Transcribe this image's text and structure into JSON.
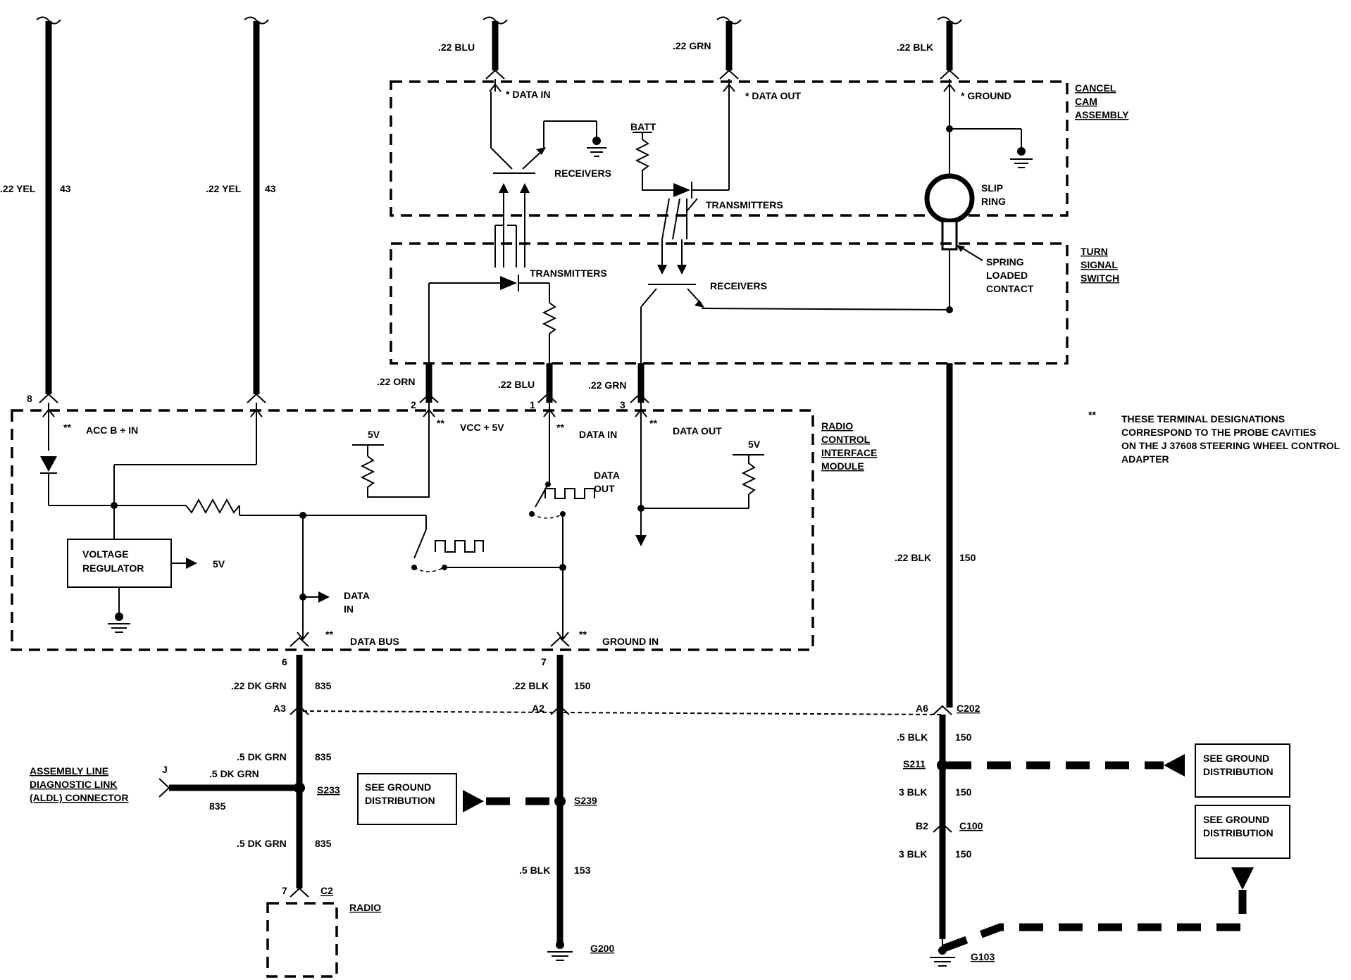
{
  "wires_top": {
    "yel1_gauge": ".22 YEL",
    "yel1_circuit": "43",
    "yel2_gauge": ".22 YEL",
    "yel2_circuit": "43",
    "blu_gauge": ".22 BLU",
    "grn_gauge": ".22 GRN",
    "blk_gauge": ".22 BLK"
  },
  "cancel_cam": {
    "title_line1": "CANCEL",
    "title_line2": "CAM",
    "title_line3": "ASSEMBLY",
    "data_in": "* DATA IN",
    "data_out": "* DATA OUT",
    "ground": "* GROUND",
    "batt": "BATT",
    "receivers": "RECEIVERS",
    "transmitters": "TRANSMITTERS",
    "slip_ring_line1": "SLIP",
    "slip_ring_line2": "RING"
  },
  "turn_signal": {
    "title_line1": "TURN",
    "title_line2": "SIGNAL",
    "title_line3": "SWITCH",
    "transmitters": "TRANSMITTERS",
    "receivers": "RECEIVERS",
    "contact_line1": "SPRING",
    "contact_line2": "LOADED",
    "contact_line3": "CONTACT"
  },
  "module_wires": {
    "orn_gauge": ".22 ORN",
    "orn_pin": "2",
    "blu_gauge": ".22 BLU",
    "blu_pin": "1",
    "grn_gauge": ".22 GRN",
    "grn_pin": "3",
    "yel_pin": "8"
  },
  "module": {
    "title_line1": "RADIO",
    "title_line2": "CONTROL",
    "title_line3": "INTERFACE",
    "title_line4": "MODULE",
    "acc_in": "ACC B + IN",
    "vcc": "VCC + 5V",
    "data_in_term": "DATA IN",
    "data_out_term": "DATA OUT",
    "five_v_a": "5V",
    "five_v_b": "5V",
    "five_v_c": "5V",
    "data_out_line1": "DATA",
    "data_out_line2": "OUT",
    "voltage_reg_line1": "VOLTAGE",
    "voltage_reg_line2": "REGULATOR",
    "data_in_line1": "DATA",
    "data_in_line2": "IN",
    "data_bus": "DATA BUS",
    "ground_in": "GROUND IN",
    "stars": "**"
  },
  "note": {
    "stars": "**",
    "line1": "THESE TERMINAL DESIGNATIONS",
    "line2": "CORRESPOND TO THE PROBE CAVITIES",
    "line3": "ON THE J 37608 STEERING WHEEL CONTROL",
    "line4": "ADAPTER"
  },
  "right_run": {
    "upper_gauge": ".22 BLK",
    "upper_circuit": "150",
    "a6": "A6",
    "c202": "C202",
    "seg1_gauge": ".5 BLK",
    "seg1_circuit": "150",
    "s211": "S211",
    "seg2_gauge": "3 BLK",
    "seg2_circuit": "150",
    "b2": "B2",
    "c100": "C100",
    "seg3_gauge": "3 BLK",
    "seg3_circuit": "150",
    "g103": "G103",
    "ground_dist1_line1": "SEE GROUND",
    "ground_dist1_line2": "DISTRIBUTION",
    "ground_dist2_line1": "SEE GROUND",
    "ground_dist2_line2": "DISTRIBUTION"
  },
  "mid_run": {
    "pin7": "7",
    "gauge1": ".22 BLK",
    "circuit1": "150",
    "a2": "A2",
    "s239": "S239",
    "gauge2": ".5 BLK",
    "circuit2": "153",
    "g200": "G200",
    "ground_dist_line1": "SEE GROUND",
    "ground_dist_line2": "DISTRIBUTION"
  },
  "left_run": {
    "pin6": "6",
    "gauge1": ".22 DK GRN",
    "circuit1": "835",
    "a3": "A3",
    "gauge2": ".5 DK GRN",
    "circuit2": "835",
    "s233": "S233",
    "gauge3": ".5 DK GRN",
    "circuit3": "835",
    "pin7": "7",
    "c2": "C2",
    "radio": "RADIO",
    "aldl_line1": "ASSEMBLY LINE",
    "aldl_line2": "DIAGNOSTIC LINK",
    "aldl_line3": "(ALDL) CONNECTOR",
    "aldl_pin": "J",
    "aldl_gauge": ".5 DK GRN",
    "aldl_circuit": "835"
  }
}
